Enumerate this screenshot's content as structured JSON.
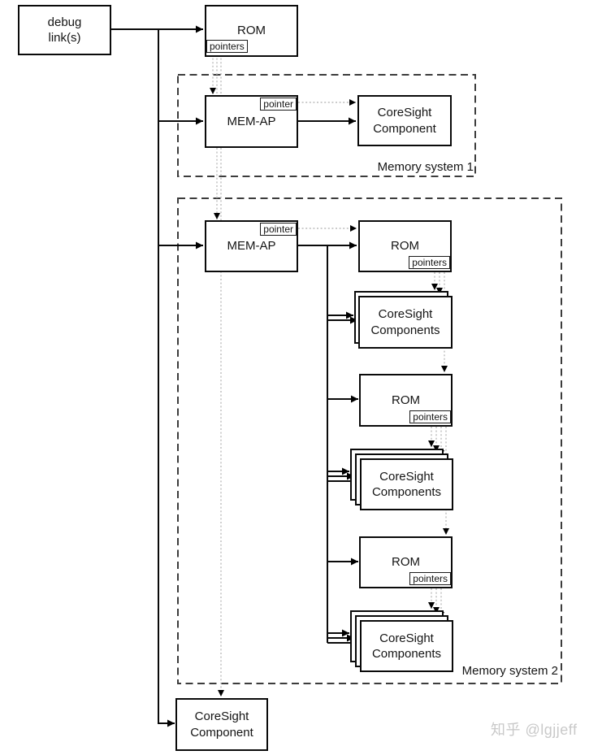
{
  "colors": {
    "box_border": "#0a0a0a",
    "solid_line": "#0a0a0a",
    "pointer_dotted_line": "#bcbcbc",
    "dashed_container_border": "#3c3c3c",
    "watermark_text": "#c9c9c9"
  },
  "diagram": {
    "debug_link": {
      "line1": "debug",
      "line2": "link(s)"
    },
    "top_rom": {
      "label": "ROM",
      "pointers_tag": "pointers"
    },
    "memory_system_1": {
      "label": "Memory system 1",
      "mem_ap": {
        "label": "MEM-AP",
        "pointer_tag": "pointer"
      },
      "coresight_component": {
        "line1": "CoreSight",
        "line2": "Component"
      }
    },
    "memory_system_2": {
      "label": "Memory system 2",
      "mem_ap": {
        "label": "MEM-AP",
        "pointer_tag": "pointer"
      },
      "rom_1": {
        "label": "ROM",
        "pointers_tag": "pointers"
      },
      "coresight_components_1": {
        "line1": "CoreSight",
        "line2": "Components"
      },
      "rom_2": {
        "label": "ROM",
        "pointers_tag": "pointers"
      },
      "coresight_components_2": {
        "line1": "CoreSight",
        "line2": "Components"
      },
      "rom_3": {
        "label": "ROM",
        "pointers_tag": "pointers"
      },
      "coresight_components_3": {
        "line1": "CoreSight",
        "line2": "Components"
      }
    },
    "bottom_coresight_component": {
      "line1": "CoreSight",
      "line2": "Component"
    }
  },
  "watermark": {
    "text": "知乎 @lgjjeff"
  }
}
